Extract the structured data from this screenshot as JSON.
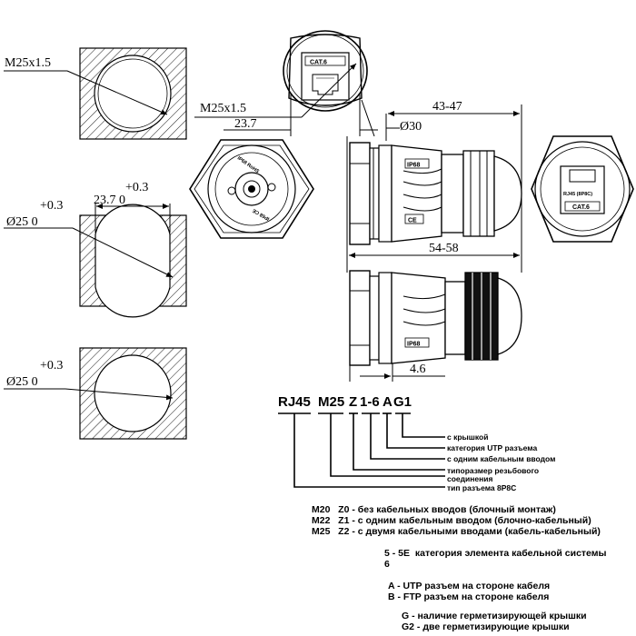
{
  "left_views": {
    "hole1_thread": "M25x1.5",
    "hole2_tol": "+0.3",
    "hole2_width": "23.7 0",
    "hole2_plus": "+0.3",
    "hole2_diam": "Ø25 0",
    "hole3_tol": "+0.3",
    "hole3_diam": "Ø25 0"
  },
  "top_view": {
    "label_cat": "CAT.6",
    "thread": "M25x1.5",
    "width": "23.7"
  },
  "side_view": {
    "diam": "Ø30",
    "length_top": "43-47",
    "length_total": "54-58",
    "thickness": "4.6",
    "body_mark_1": "IP68",
    "body_mark_2": "CE",
    "body_mark_3": "IP68"
  },
  "end_view": {
    "connector_label": "RJ45 (8P8C)",
    "cat_label": "CAT.6"
  },
  "code_diagram": {
    "parts": [
      "RJ45",
      "M25",
      "Z",
      "1-6",
      "A",
      "G1"
    ],
    "legend": [
      "с крышкой",
      "категория UTP разъема",
      "с одним кабельным вводом",
      "типоразмер резьбового",
      "соединения",
      "тип разъема 8P8C"
    ]
  },
  "notes": {
    "size_lines": [
      "M20   Z0 - без кабельных вводов (блочный монтаж)",
      "M22   Z1 - с одним кабельным вводом (блочно-кабельный)",
      "M25   Z2 - с двумя кабельными вводами (кабель-кабельный)"
    ],
    "category_lines": [
      "5 - 5E  категория элемента кабельной системы",
      "6"
    ],
    "connector_lines": [
      "A - UTP разъем на стороне кабеля",
      "B - FTP разъем на стороне кабеля"
    ],
    "cap_lines": [
      "G - наличие герметизирующей крышки",
      "G2 - две герметизирующие крышки"
    ]
  }
}
